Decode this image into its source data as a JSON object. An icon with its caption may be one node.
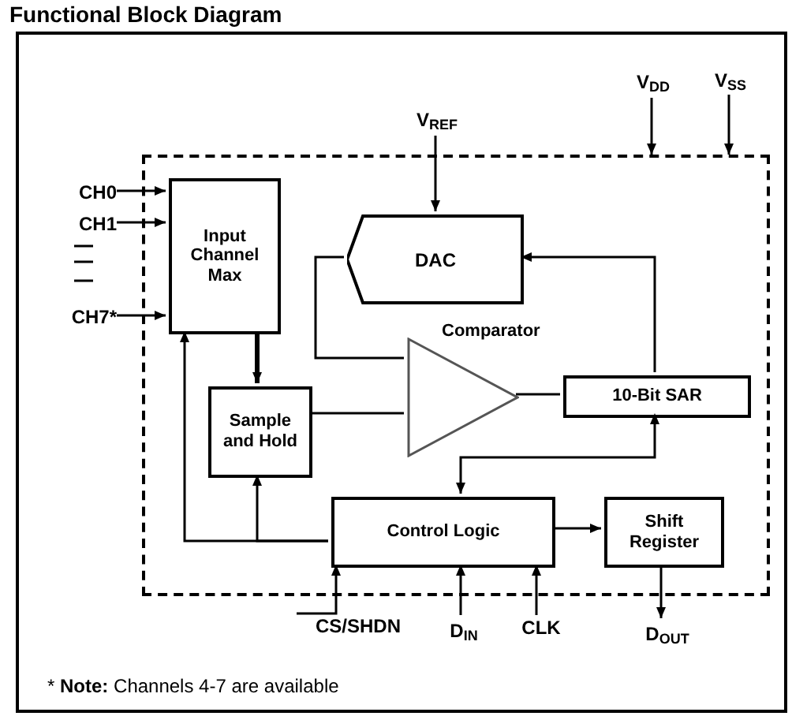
{
  "diagram": {
    "title": "Functional Block Diagram",
    "nodes": [
      {
        "text": [],
        "shape": "box"
      },
      {
        "text": [
          "V$_{DD}$"
        ]
      },
      {
        "text": [
          "V$_{SS}$"
        ]
      },
      {
        "text": [
          "V$_{REF}$"
        ]
      },
      {
        "text": [
          "CH0"
        ]
      },
      {
        "text": [
          "CH1"
        ]
      },
      {
        "text": [
          "CH7*"
        ]
      },
      {
        "text": [
          "Input Channel Max"
        ],
        "in": 0
      },
      {
        "text": [
          "DAC"
        ],
        "in": 0
      },
      {
        "text": [
          "Comparator"
        ],
        "in": 0
      },
      {
        "text": [
          "10-Bit SAR"
        ],
        "in": 0
      },
      {
        "text": [
          "Sample and Hold"
        ],
        "in": 0
      },
      {
        "text": [
          "Control Logic"
        ],
        "in": 0
      },
      {
        "text": [
          "Shift Register"
        ],
        "in": 0
      },
      {
        "text": [
          "CS/SHDN"
        ]
      },
      {
        "text": [
          "D$_{IN}$"
        ]
      },
      {
        "text": [
          "CLK"
        ]
      },
      {
        "text": [
          "D$_{OUT}$"
        ]
      }
    ],
    "edges": [
      {
        "from": 1,
        "to": 0,
        "arrow": "to"
      },
      {
        "from": 2,
        "to": 0,
        "arrow": "to"
      },
      {
        "from": 3,
        "to": 8,
        "arrow": "to"
      },
      {
        "from": 4,
        "to": 7,
        "arrow": "to"
      },
      {
        "from": 5,
        "to": 7,
        "arrow": "to"
      },
      {
        "from": 6,
        "to": 7,
        "arrow": "to"
      },
      {
        "from": 7,
        "to": 11,
        "arrow": "to",
        "style": "thick"
      },
      {
        "from": 11,
        "to": 9,
        "arrow": "none"
      },
      {
        "from": 8,
        "to": 9,
        "arrow": "none"
      },
      {
        "from": 9,
        "to": 10,
        "arrow": "none"
      },
      {
        "from": 10,
        "to": 8,
        "arrow": "to"
      },
      {
        "from": 10,
        "to": 12,
        "arrow": "both"
      },
      {
        "from": 12,
        "to": 7,
        "arrow": "to"
      },
      {
        "from": 12,
        "to": 11,
        "arrow": "to"
      },
      {
        "from": 12,
        "to": 13,
        "arrow": "to"
      },
      {
        "from": 14,
        "to": 12,
        "arrow": "to"
      },
      {
        "from": 15,
        "to": 12,
        "arrow": "to"
      },
      {
        "from": 16,
        "to": 12,
        "arrow": "to"
      },
      {
        "from": 13,
        "to": 17,
        "arrow": "to"
      }
    ],
    "labels": [
      "* **Note:** Channels 4-7 are available"
    ]
  }
}
